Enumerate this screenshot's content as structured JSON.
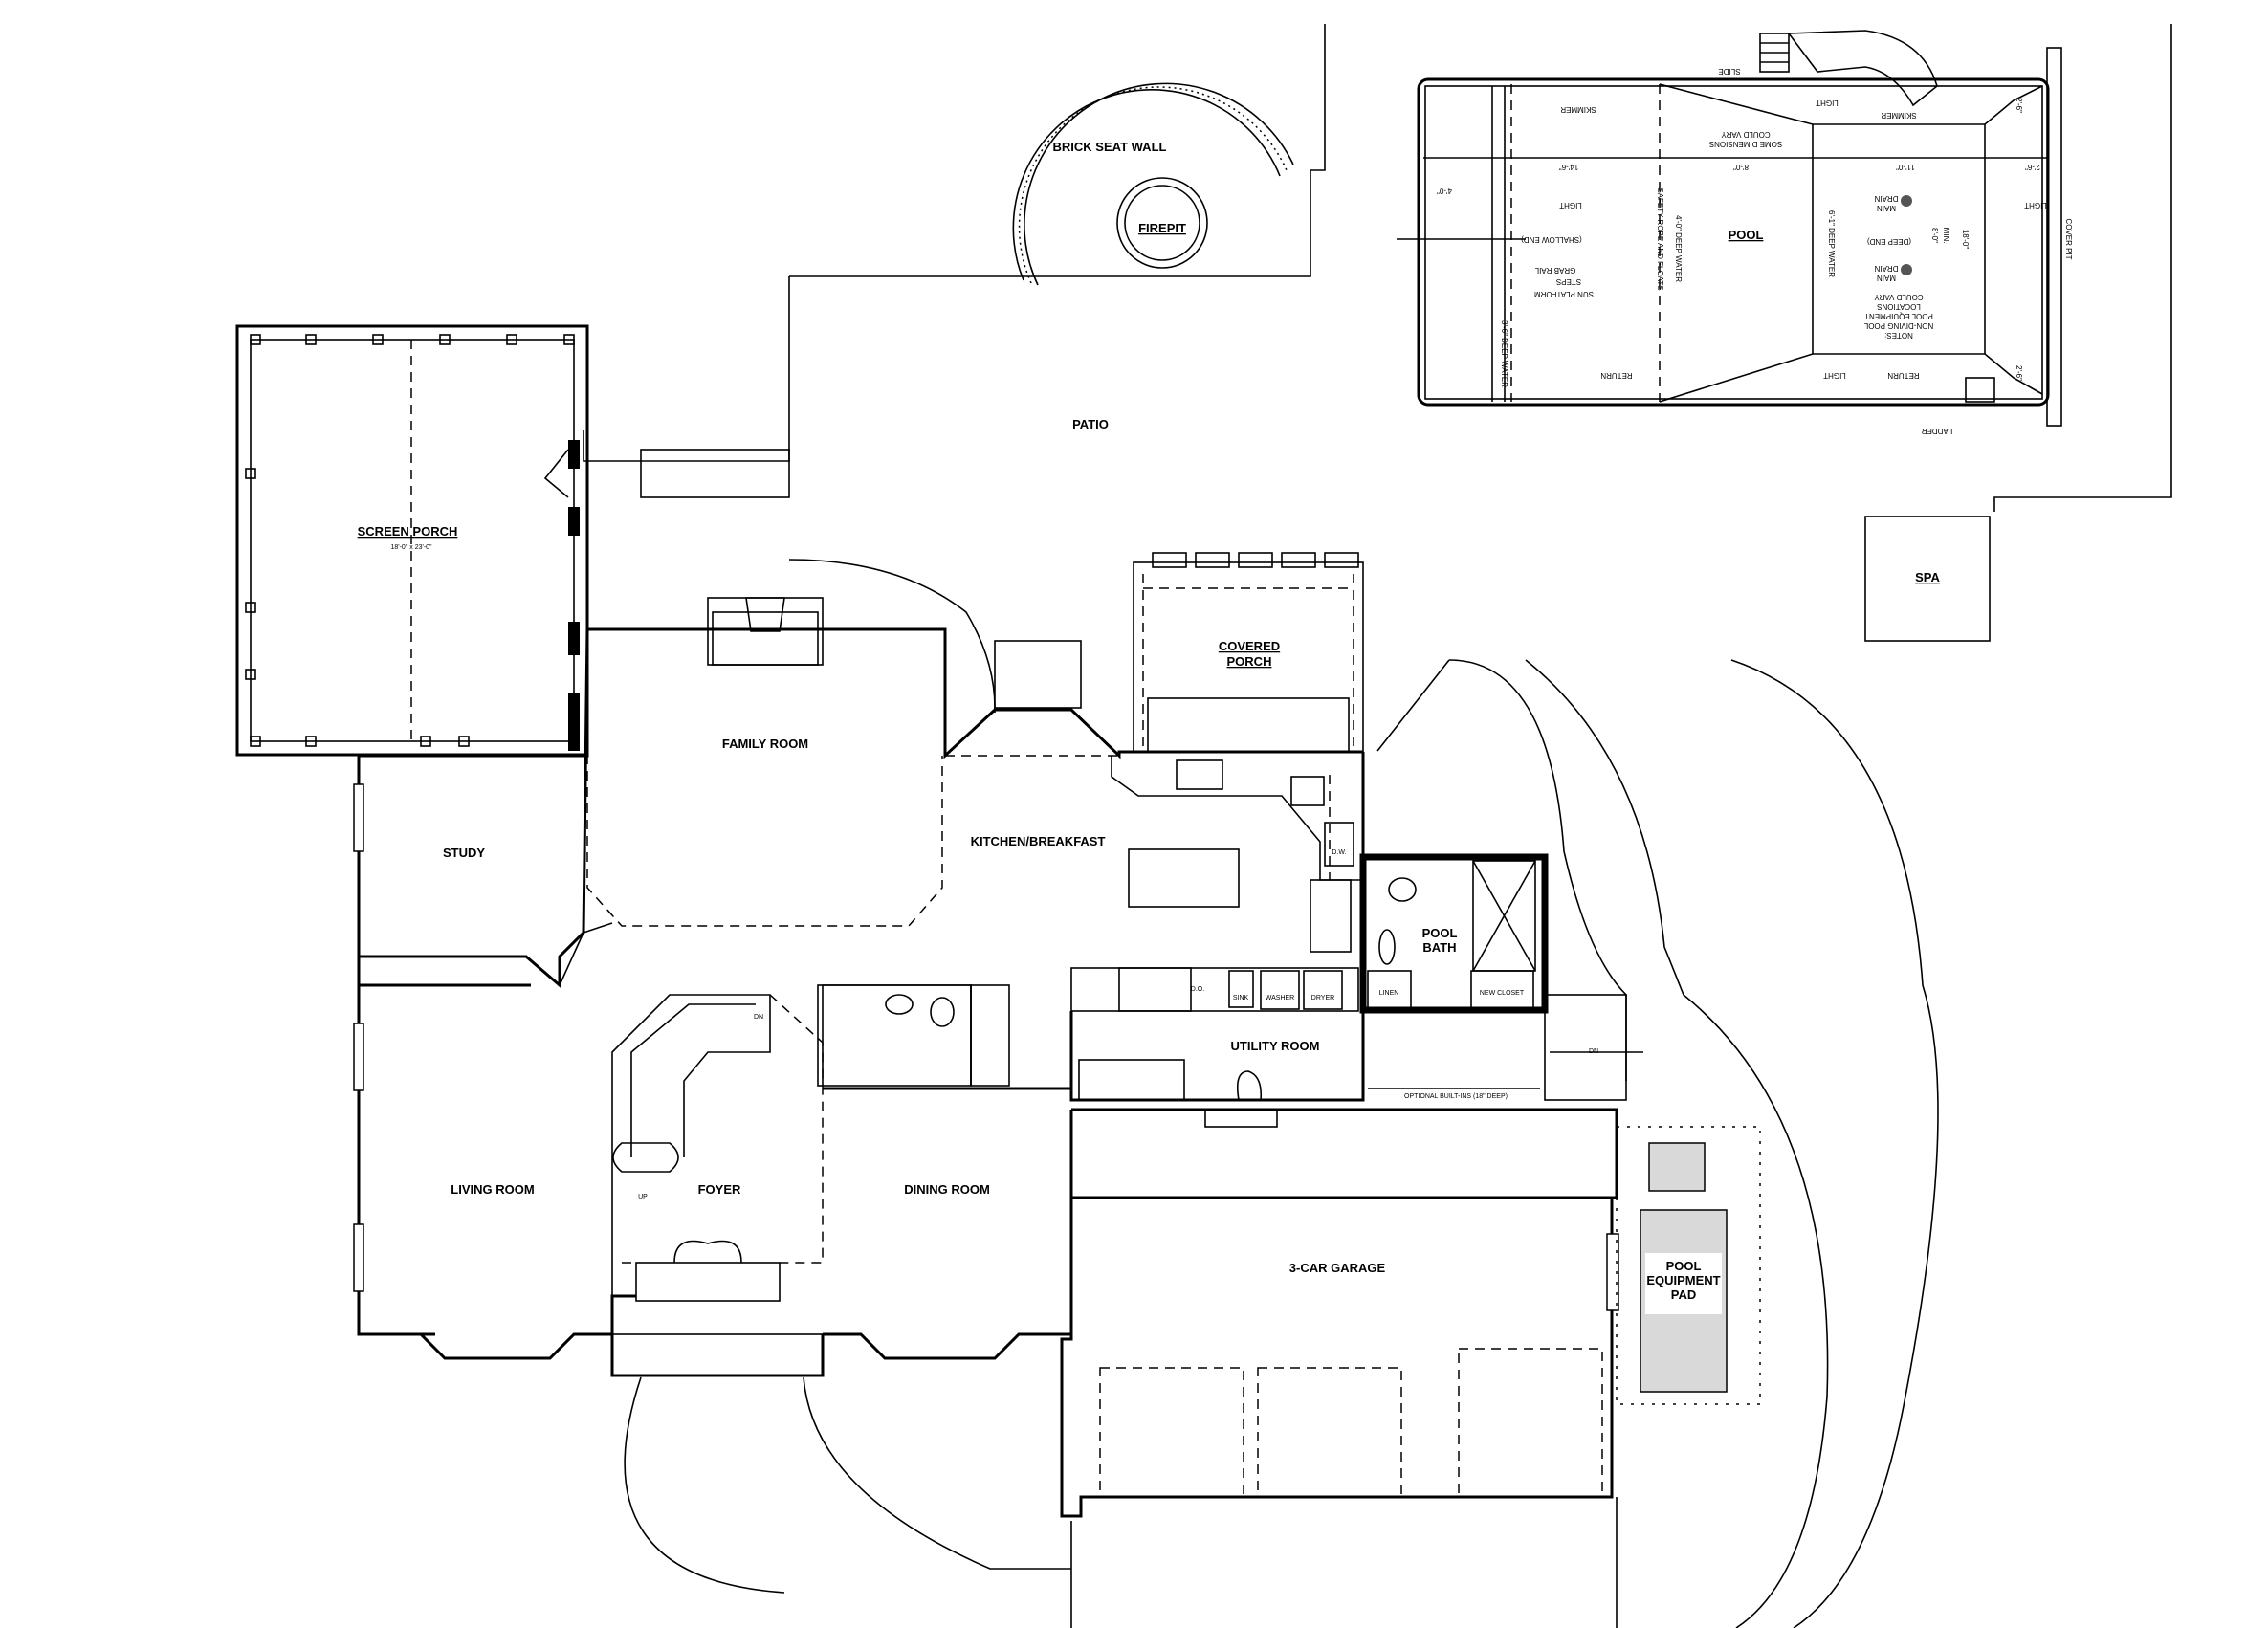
{
  "rooms": {
    "brick_seat_wall": "BRICK SEAT WALL",
    "firepit": "FIREPIT",
    "patio": "PATIO",
    "screen_porch": "SCREEN PORCH",
    "screen_porch_dim": "18'-0\" x 23'-0\"",
    "family_room": "FAMILY ROOM",
    "covered_porch_1": "COVERED",
    "covered_porch_2": "PORCH",
    "kitchen": "KITCHEN/BREAKFAST",
    "study": "STUDY",
    "pool_bath_1": "POOL",
    "pool_bath_2": "BATH",
    "utility_room": "UTILITY ROOM",
    "living_room": "LIVING ROOM",
    "foyer": "FOYER",
    "dining_room": "DINING ROOM",
    "garage": "3-CAR GARAGE",
    "pool": "POOL",
    "spa": "SPA",
    "equipment_1": "POOL",
    "equipment_2": "EQUIPMENT",
    "equipment_3": "PAD"
  },
  "fixtures": {
    "dw": "D.W.",
    "do": "D.O.",
    "sink": "SINK",
    "washer": "WASHER",
    "dryer": "DRYER",
    "linen": "LINEN",
    "new_closet": "NEW CLOSET",
    "builtins": "OPTIONAL BUILT-INS (18\" DEEP)",
    "dn": "DN",
    "dn2": "DN",
    "up": "UP"
  },
  "pool_notes": {
    "slide": "SLIDE",
    "skimmer_1": "SKIMMER",
    "light_1": "LIGHT",
    "skimmer_2": "SKIMMER",
    "dims_1": "SOME DIMENSIONS",
    "dims_2": "COULD VARY",
    "d_14_6": "14'-6\"",
    "d_8_0": "8'-0\"",
    "d_11_0": "11'-0\"",
    "d_2_6a": "2'-6\"",
    "d_2_6b": "2'-6\"",
    "d_2_6c": "2'-6\"",
    "d_4_0": "4'-0\"",
    "light_2": "LIGHT",
    "shallow_end": "(SHALLOW END)",
    "grab_rail": "GRAB RAIL",
    "steps": "STEPS",
    "sun_platform": "SUN PLATFORM",
    "safety_rope": "SAFETY ROPE AND FLOATS",
    "deep_water_4": "4'-0\" DEEP WATER",
    "deep_water_6": "6'-1\" DEEP WATER",
    "deep_water_3": "3'-6\" DEEP WATER",
    "main_drain_1a": "MAIN",
    "main_drain_1b": "DRAIN",
    "main_drain_2a": "MAIN",
    "main_drain_2b": "DRAIN",
    "deep_end": "(DEEP END)",
    "d_8_0b": "8'-0\"",
    "min": "MIN.",
    "d_18_0": "18'-0\"",
    "notes_1": "NOTES:",
    "notes_2": "NON-DIVING POOL",
    "notes_3": "POOL EQUIPMENT",
    "notes_4": "LOCATIONS",
    "notes_5": "COULD VARY",
    "light_3": "LIGHT",
    "cover_pit": "COVER PIT",
    "return_1": "RETURN",
    "return_2": "RETURN",
    "light_4": "LIGHT",
    "ladder": "LADDER"
  }
}
